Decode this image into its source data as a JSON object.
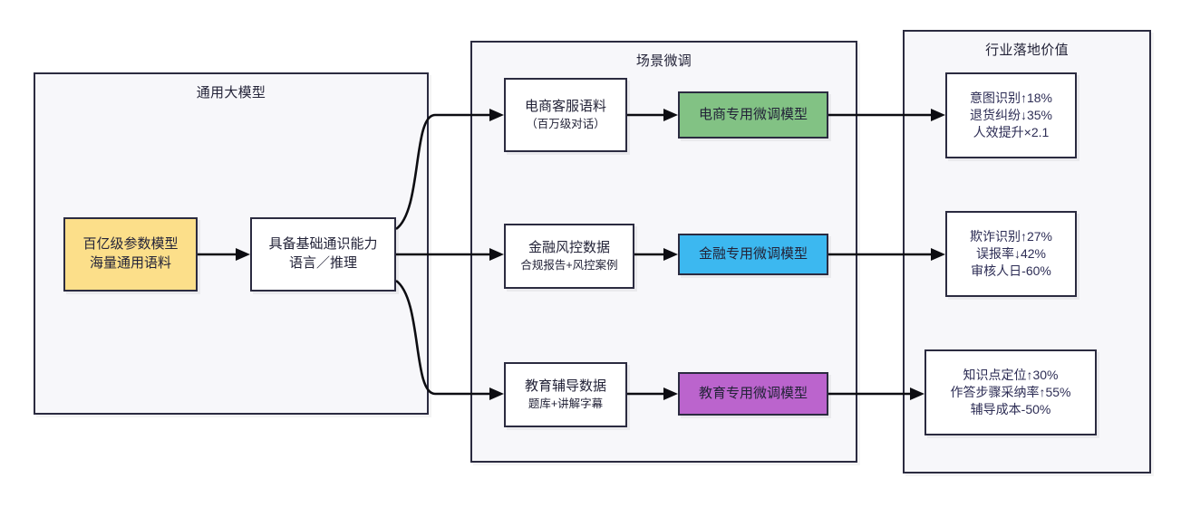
{
  "diagram": {
    "title_visible": false,
    "palette": {
      "group_fill": "#f7f7fa",
      "stroke": "#2b2b40",
      "edge": "#0d0d12",
      "yellow": "#fcdf8a",
      "green": "#82c284",
      "blue": "#3cb8f0",
      "purple": "#bb64cd",
      "text": "#232338"
    }
  },
  "groups": [
    {
      "id": "general-model",
      "title": "通用大模型"
    },
    {
      "id": "scene-finetune",
      "title": "场景微调"
    },
    {
      "id": "industry-value",
      "title": "行业落地价值"
    }
  ],
  "nodes": {
    "base_corpus": {
      "line1": "百亿级参数模型",
      "line2": "海量通用语料",
      "fill": "#fcdf8a"
    },
    "base_capability": {
      "line1": "具备基础通识能力",
      "line2": "语言／推理",
      "fill": "#ffffff"
    },
    "data_ecommerce": {
      "line1": "电商客服语料",
      "line2": "（百万级对话）",
      "fill": "#ffffff"
    },
    "data_finance": {
      "line1": "金融风控数据",
      "line2": "合规报告+风控案例",
      "fill": "#ffffff"
    },
    "data_education": {
      "line1": "教育辅导数据",
      "line2": "题库+讲解字幕",
      "fill": "#ffffff"
    },
    "model_ecommerce": {
      "line1": "电商专用微调模型",
      "fill": "#82c284"
    },
    "model_finance": {
      "line1": "金融专用微调模型",
      "fill": "#3cb8f0"
    },
    "model_education": {
      "line1": "教育专用微调模型",
      "fill": "#bb64cd"
    },
    "value_ecommerce": {
      "line1": "意图识别↑18%",
      "line2": "退货纠纷↓35%",
      "line3": "人效提升×2.1",
      "fill": "#ffffff"
    },
    "value_finance": {
      "line1": "欺诈识别↑27%",
      "line2": "误报率↓42%",
      "line3": "审核人日-60%",
      "fill": "#ffffff"
    },
    "value_education": {
      "line1": "知识点定位↑30%",
      "line2": "作答步骤采纳率↑55%",
      "line3": "辅导成本-50%",
      "fill": "#ffffff"
    }
  }
}
